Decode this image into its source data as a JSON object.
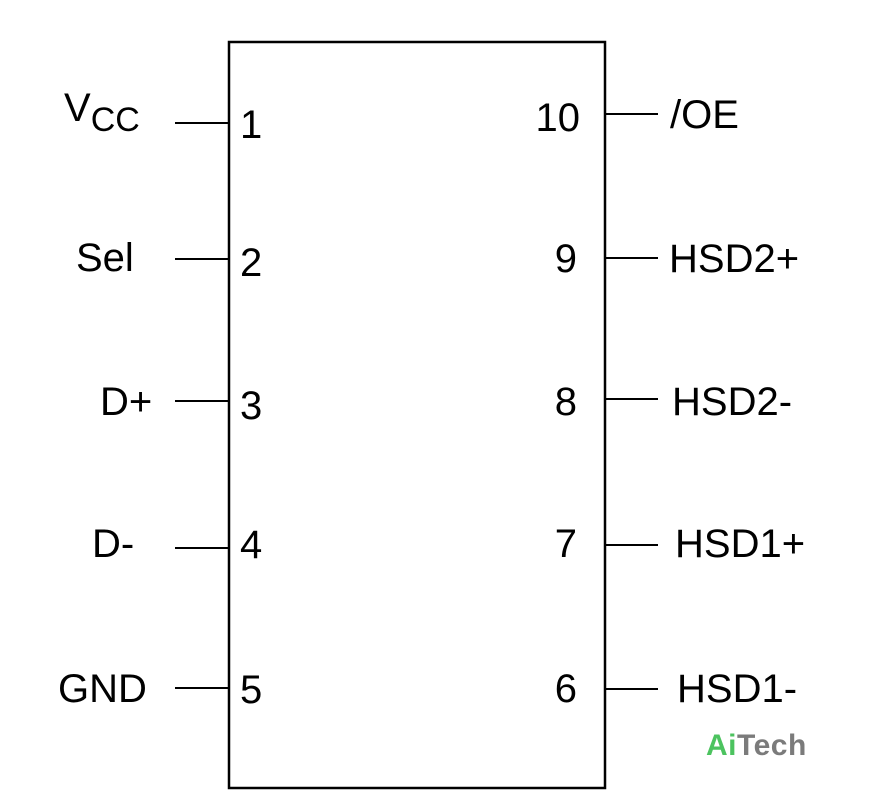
{
  "chip": {
    "left_pins": [
      {
        "number": "1",
        "signal": "V",
        "signal_sub": "CC"
      },
      {
        "number": "2",
        "signal": "Sel"
      },
      {
        "number": "3",
        "signal": "D+"
      },
      {
        "number": "4",
        "signal": "D-"
      },
      {
        "number": "5",
        "signal": "GND"
      }
    ],
    "right_pins": [
      {
        "number": "10",
        "signal": "/OE"
      },
      {
        "number": "9",
        "signal": "HSD2+"
      },
      {
        "number": "8",
        "signal": "HSD2-"
      },
      {
        "number": "7",
        "signal": "HSD1+"
      },
      {
        "number": "6",
        "signal": "HSD1-"
      }
    ]
  },
  "watermark": {
    "part1": "Ai",
    "part2": "Tech",
    "color_ai": "#4cc35f",
    "color_tech": "#7b7b7b"
  }
}
